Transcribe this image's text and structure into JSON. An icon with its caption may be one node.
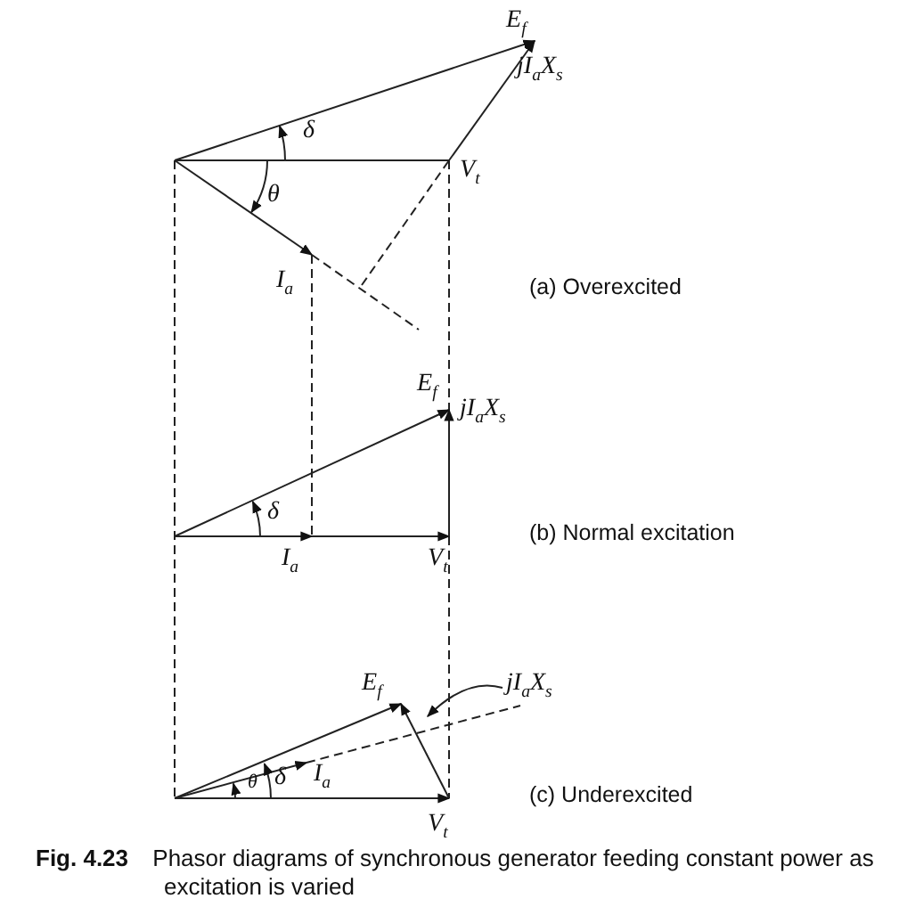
{
  "diagram": {
    "caption": "**Fig. 4.23** Phasor diagrams of synchronous generator feeding constant power as excitation is varied",
    "labels": [
      "E$_{f}$",
      "jI$_{a}$X$_{s}$",
      "δ",
      "V$_{t}$",
      "θ",
      "I$_{a}$",
      "(a) Overexcited",
      "E$_{f}$",
      "jI$_{a}$X$_{s}$",
      "δ",
      "I$_{a}$",
      "V$_{t}$",
      "(b) Normal excitation",
      "E$_{f}$",
      "jI$_{a}$X$_{s}$",
      "θ",
      "δ",
      "I$_{a}$",
      "(c) Underexcited",
      "V$_{t}$"
    ]
  }
}
